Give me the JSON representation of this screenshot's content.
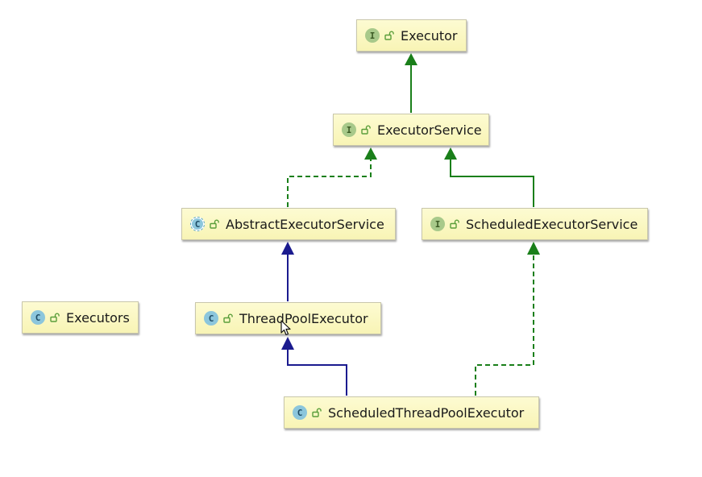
{
  "nodes": {
    "executor": {
      "label": "Executor",
      "kind_letter": "I",
      "kind": "interface"
    },
    "executor_service": {
      "label": "ExecutorService",
      "kind_letter": "I",
      "kind": "interface"
    },
    "abstract_executor_service": {
      "label": "AbstractExecutorService",
      "kind_letter": "C",
      "kind": "abstract-class"
    },
    "scheduled_executor_service": {
      "label": "ScheduledExecutorService",
      "kind_letter": "I",
      "kind": "interface"
    },
    "executors": {
      "label": "Executors",
      "kind_letter": "C",
      "kind": "class"
    },
    "thread_pool_executor": {
      "label": "ThreadPoolExecutor",
      "kind_letter": "C",
      "kind": "class"
    },
    "scheduled_thread_pool_executor": {
      "label": "ScheduledThreadPoolExecutor",
      "kind_letter": "C",
      "kind": "class"
    }
  },
  "edges": [
    {
      "from": "executor_service",
      "to": "executor",
      "relation": "extends-interface"
    },
    {
      "from": "abstract_executor_service",
      "to": "executor_service",
      "relation": "implements"
    },
    {
      "from": "scheduled_executor_service",
      "to": "executor_service",
      "relation": "extends-interface"
    },
    {
      "from": "thread_pool_executor",
      "to": "abstract_executor_service",
      "relation": "extends-class"
    },
    {
      "from": "scheduled_thread_pool_executor",
      "to": "thread_pool_executor",
      "relation": "extends-class"
    },
    {
      "from": "scheduled_thread_pool_executor",
      "to": "scheduled_executor_service",
      "relation": "implements"
    }
  ],
  "colors": {
    "interface_edge": "#1a7f1a",
    "class_edge": "#1b1b8f",
    "node_fill": "#fbf8c4",
    "interface_badge": "#a8c98a",
    "class_badge": "#8cc6dc",
    "visibility_icon": "#5a9e3a"
  },
  "icons": {
    "visibility": "unlocked-padlock-icon",
    "pointer": "mouse-pointer-icon"
  }
}
